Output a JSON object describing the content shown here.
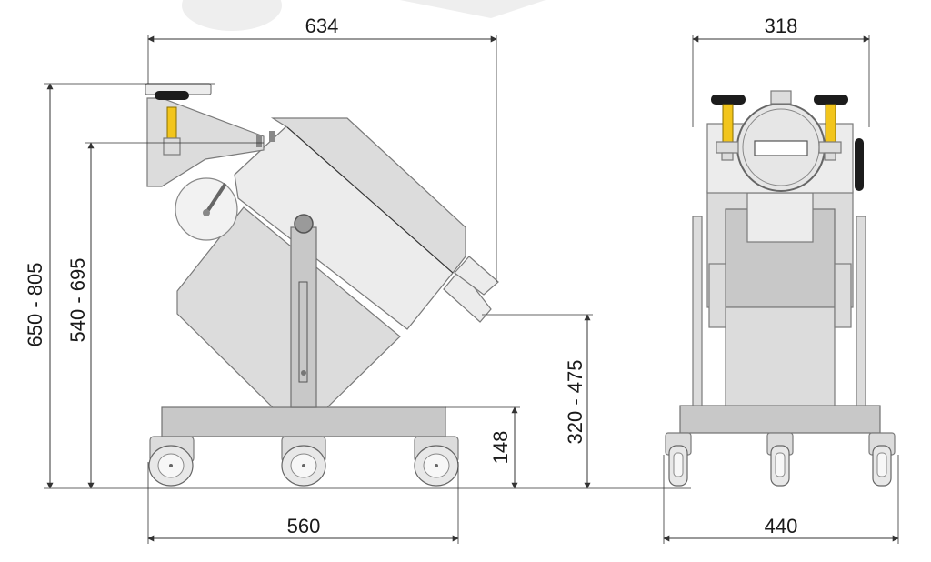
{
  "dimensions": {
    "side_width": "634",
    "front_width": "318",
    "overall_height": "650 - 805",
    "mid_height": "540 - 695",
    "outlet_height": "320 - 475",
    "base_height": "148",
    "base_width": "560",
    "front_base_width": "440"
  },
  "colors": {
    "body": "#dcdcdc",
    "accent_yellow": "#f2c51c",
    "knob": "#1c1c1c"
  }
}
